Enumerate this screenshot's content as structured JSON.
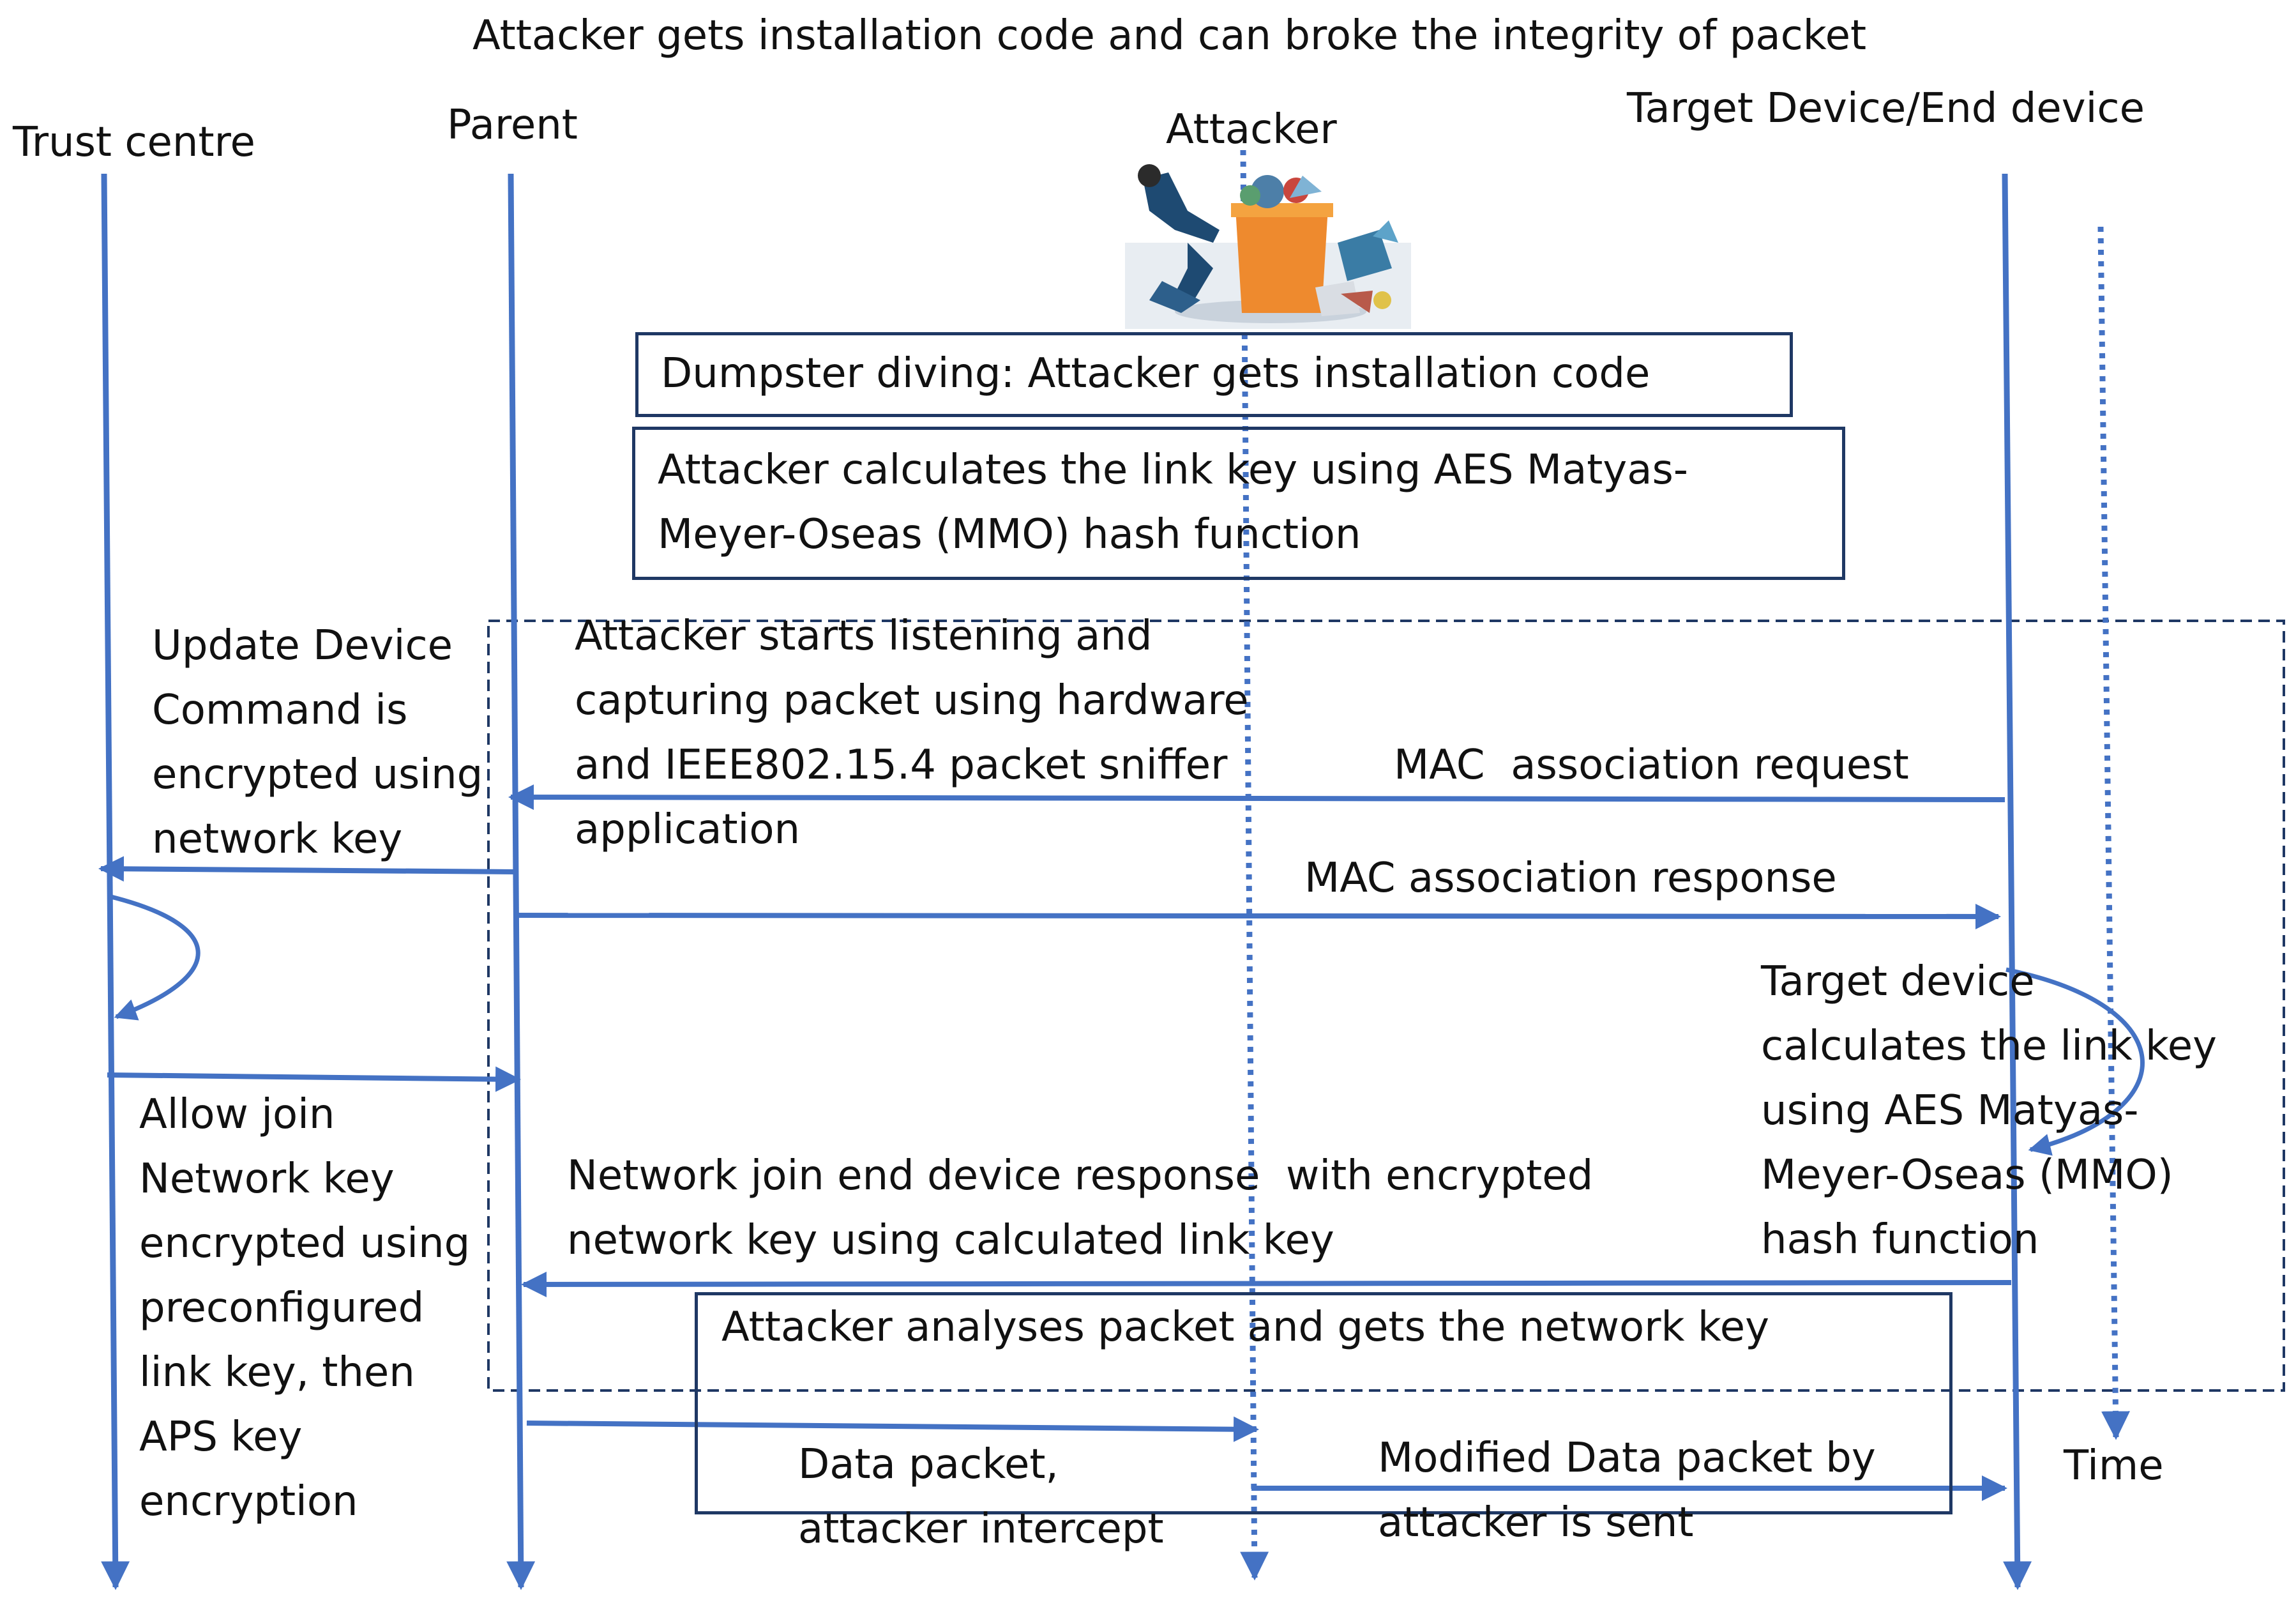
{
  "colors": {
    "lifeline": "#4472c4",
    "box_border": "#1f3864",
    "text": "#111111"
  },
  "title": "Attacker gets installation code and can broke the integrity of packet",
  "lifelines": {
    "trust_centre": "Trust centre",
    "parent": "Parent",
    "attacker": "Attacker",
    "target": "Target Device/End device",
    "time": "Time"
  },
  "attacker_image": {
    "icon": "dumpster-diving-illustration"
  },
  "boxes": {
    "dumpster": "Dumpster diving: Attacker gets installation code",
    "calc_link_key": [
      "Attacker calculates the link key using AES Matyas-",
      "Meyer-Oseas (MMO) hash function"
    ],
    "analyses": "Attacker analyses packet and gets the network key"
  },
  "notes": {
    "update_device": [
      "Update Device",
      "Command is",
      "encrypted using",
      "network key"
    ],
    "sniffer": [
      "Attacker starts listening and",
      "capturing packet using hardware",
      "and IEEE802.15.4 packet sniffer",
      "application"
    ],
    "target_calc": [
      "Target device",
      "calculates the link key",
      "using AES Matyas-",
      "Meyer-Oseas (MMO)",
      "hash function"
    ],
    "allow_join": [
      "Allow join",
      "Network key",
      "encrypted using",
      "preconfigured",
      "link key, then",
      "APS key",
      "encryption"
    ]
  },
  "messages": {
    "mac_request": "MAC  association request",
    "mac_response": "MAC association response",
    "network_join": [
      "Network join end device response  with encrypted",
      "network key using calculated link key"
    ],
    "data_packet": [
      "Data packet,",
      "attacker intercept"
    ],
    "modified": [
      "Modified Data packet by",
      "attacker is sent"
    ]
  }
}
